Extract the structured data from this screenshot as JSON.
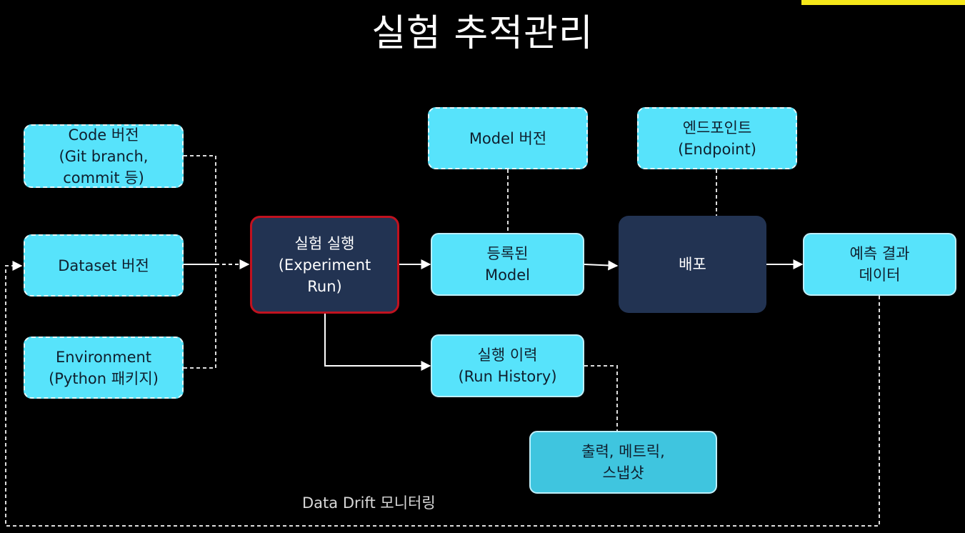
{
  "title": "실험 추적관리",
  "nodes": {
    "code_version": "Code 버전\n(Git branch,\ncommit 등)",
    "dataset_version": "Dataset 버전",
    "environment": "Environment\n(Python 패키지)",
    "experiment_run": "실험 실행\n(Experiment\nRun)",
    "registered_model": "등록된\nModel",
    "model_version": "Model 버전",
    "run_history": "실행 이력\n(Run History)",
    "outputs": "출력, 메트릭,\n스냅샷",
    "deploy": "배포",
    "endpoint": "엔드포인트\n(Endpoint)",
    "prediction_data": "예측 결과\n데이터"
  },
  "footer_label": "Data Drift 모니터링",
  "colors": {
    "background": "#000000",
    "node_cyan": "#57e3fb",
    "node_dark": "#223352",
    "run_border": "#c0121f",
    "accent": "#f5e71a"
  }
}
